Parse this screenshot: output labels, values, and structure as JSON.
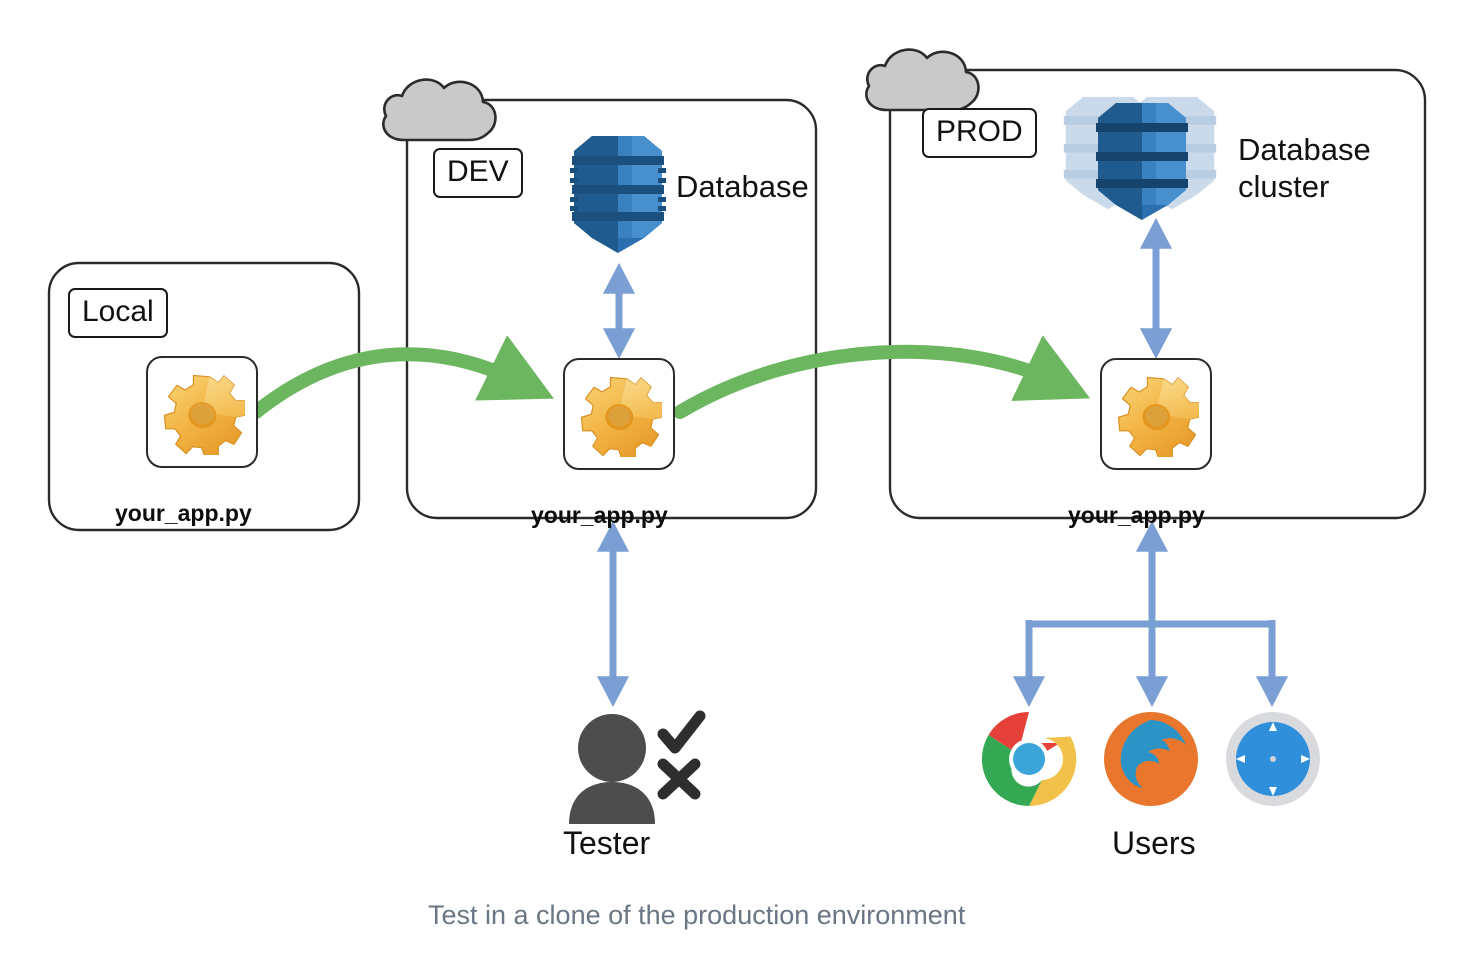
{
  "diagram": {
    "title": "Test in a clone of the production environment",
    "caption": "Test in a clone of the production environment"
  },
  "colors": {
    "background": "#ffffff",
    "box_border": "#2b2b2b",
    "cloud_fill": "#c9c9c9",
    "cloud_stroke": "#2b2b2b",
    "green_arrow": "#6cb65f",
    "blue_arrow": "#7b9fd4",
    "db_dark": "#1f5b8f",
    "db_mid": "#2c6fae",
    "db_light": "#4a90cf",
    "db_cluster_ghost": "#9fbddb",
    "gear_orange": "#f0a93c",
    "gear_yellow": "#f7cf6a",
    "person_gray": "#4d4d4d",
    "caption_gray": "#6a7684",
    "chrome_red": "#e5413a",
    "chrome_green": "#34a853",
    "chrome_yellow": "#f2c14a",
    "chrome_blue": "#3ba5da",
    "firefox_orange": "#e8762c",
    "firefox_blue": "#2b93c6",
    "safari_blue": "#2f8fdb",
    "safari_red": "#e8412f",
    "safari_ring": "#d8dadd"
  },
  "environments": [
    {
      "id": "local",
      "label": "Local",
      "app_label": "your_app.py",
      "has_cloud": false,
      "app_icon": "gear-icon"
    },
    {
      "id": "dev",
      "label": "DEV",
      "app_label": "your_app.py",
      "has_cloud": true,
      "cloud_icon": "cloud-icon",
      "app_icon": "gear-icon",
      "database": {
        "label": "Database",
        "icon": "database-icon",
        "type": "single"
      }
    },
    {
      "id": "prod",
      "label": "PROD",
      "app_label": "your_app.py",
      "has_cloud": true,
      "cloud_icon": "cloud-icon",
      "app_icon": "gear-icon",
      "database": {
        "label_line1": "Database",
        "label_line2": "cluster",
        "icon": "database-cluster-icon",
        "type": "cluster"
      }
    }
  ],
  "actors": {
    "tester": {
      "label": "Tester",
      "icon": "tester-person-icon",
      "marks": [
        "check-icon",
        "cross-icon"
      ]
    },
    "users": {
      "label": "Users",
      "browsers": [
        {
          "name": "chrome-icon",
          "label": "Chrome"
        },
        {
          "name": "firefox-icon",
          "label": "Firefox"
        },
        {
          "name": "safari-icon",
          "label": "Safari"
        }
      ]
    }
  },
  "flows": [
    {
      "id": "local-to-dev",
      "from": "local.app",
      "to": "dev.app",
      "style": "green-curved-arrow"
    },
    {
      "id": "dev-to-prod",
      "from": "dev.app",
      "to": "prod.app",
      "style": "green-curved-arrow"
    },
    {
      "id": "dev-app-db",
      "from": "dev.app",
      "to": "dev.database",
      "style": "blue-double-arrow"
    },
    {
      "id": "prod-app-db",
      "from": "prod.app",
      "to": "prod.database",
      "style": "blue-double-arrow"
    },
    {
      "id": "dev-app-tester",
      "from": "dev.app",
      "to": "tester",
      "style": "blue-double-arrow"
    },
    {
      "id": "prod-app-users",
      "from": "prod.app",
      "to": "users",
      "style": "blue-branch-arrow"
    }
  ]
}
